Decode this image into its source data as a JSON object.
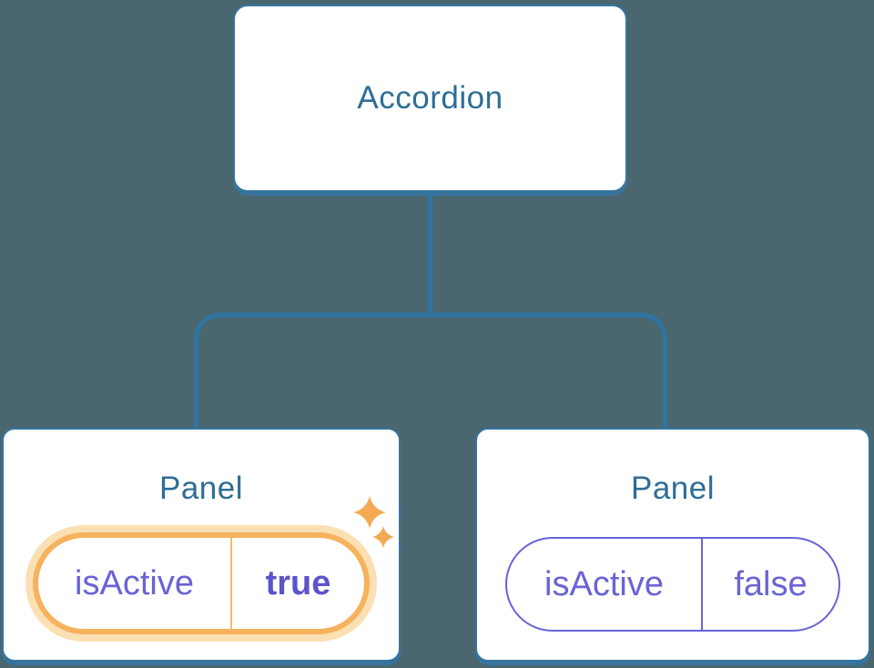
{
  "diagram": {
    "root": {
      "label": "Accordion"
    },
    "panels": [
      {
        "title": "Panel",
        "state": {
          "key": "isActive",
          "value": "true"
        },
        "highlighted": true,
        "icon": "sparkles-icon"
      },
      {
        "title": "Panel",
        "state": {
          "key": "isActive",
          "value": "false"
        },
        "highlighted": false
      }
    ]
  },
  "colors": {
    "background": "#4a6770",
    "box_border": "#36749f",
    "box_fill": "#ffffff",
    "title_text": "#2d6e96",
    "connector": "#2f74a3",
    "state_text": "#6a63d6",
    "state_value_active": "#5b54cb",
    "active_ring": "#f6b25c",
    "active_halo": "#fbe0b4",
    "active_divider": "#f6bc67",
    "sparkle": "#f3aa52"
  }
}
